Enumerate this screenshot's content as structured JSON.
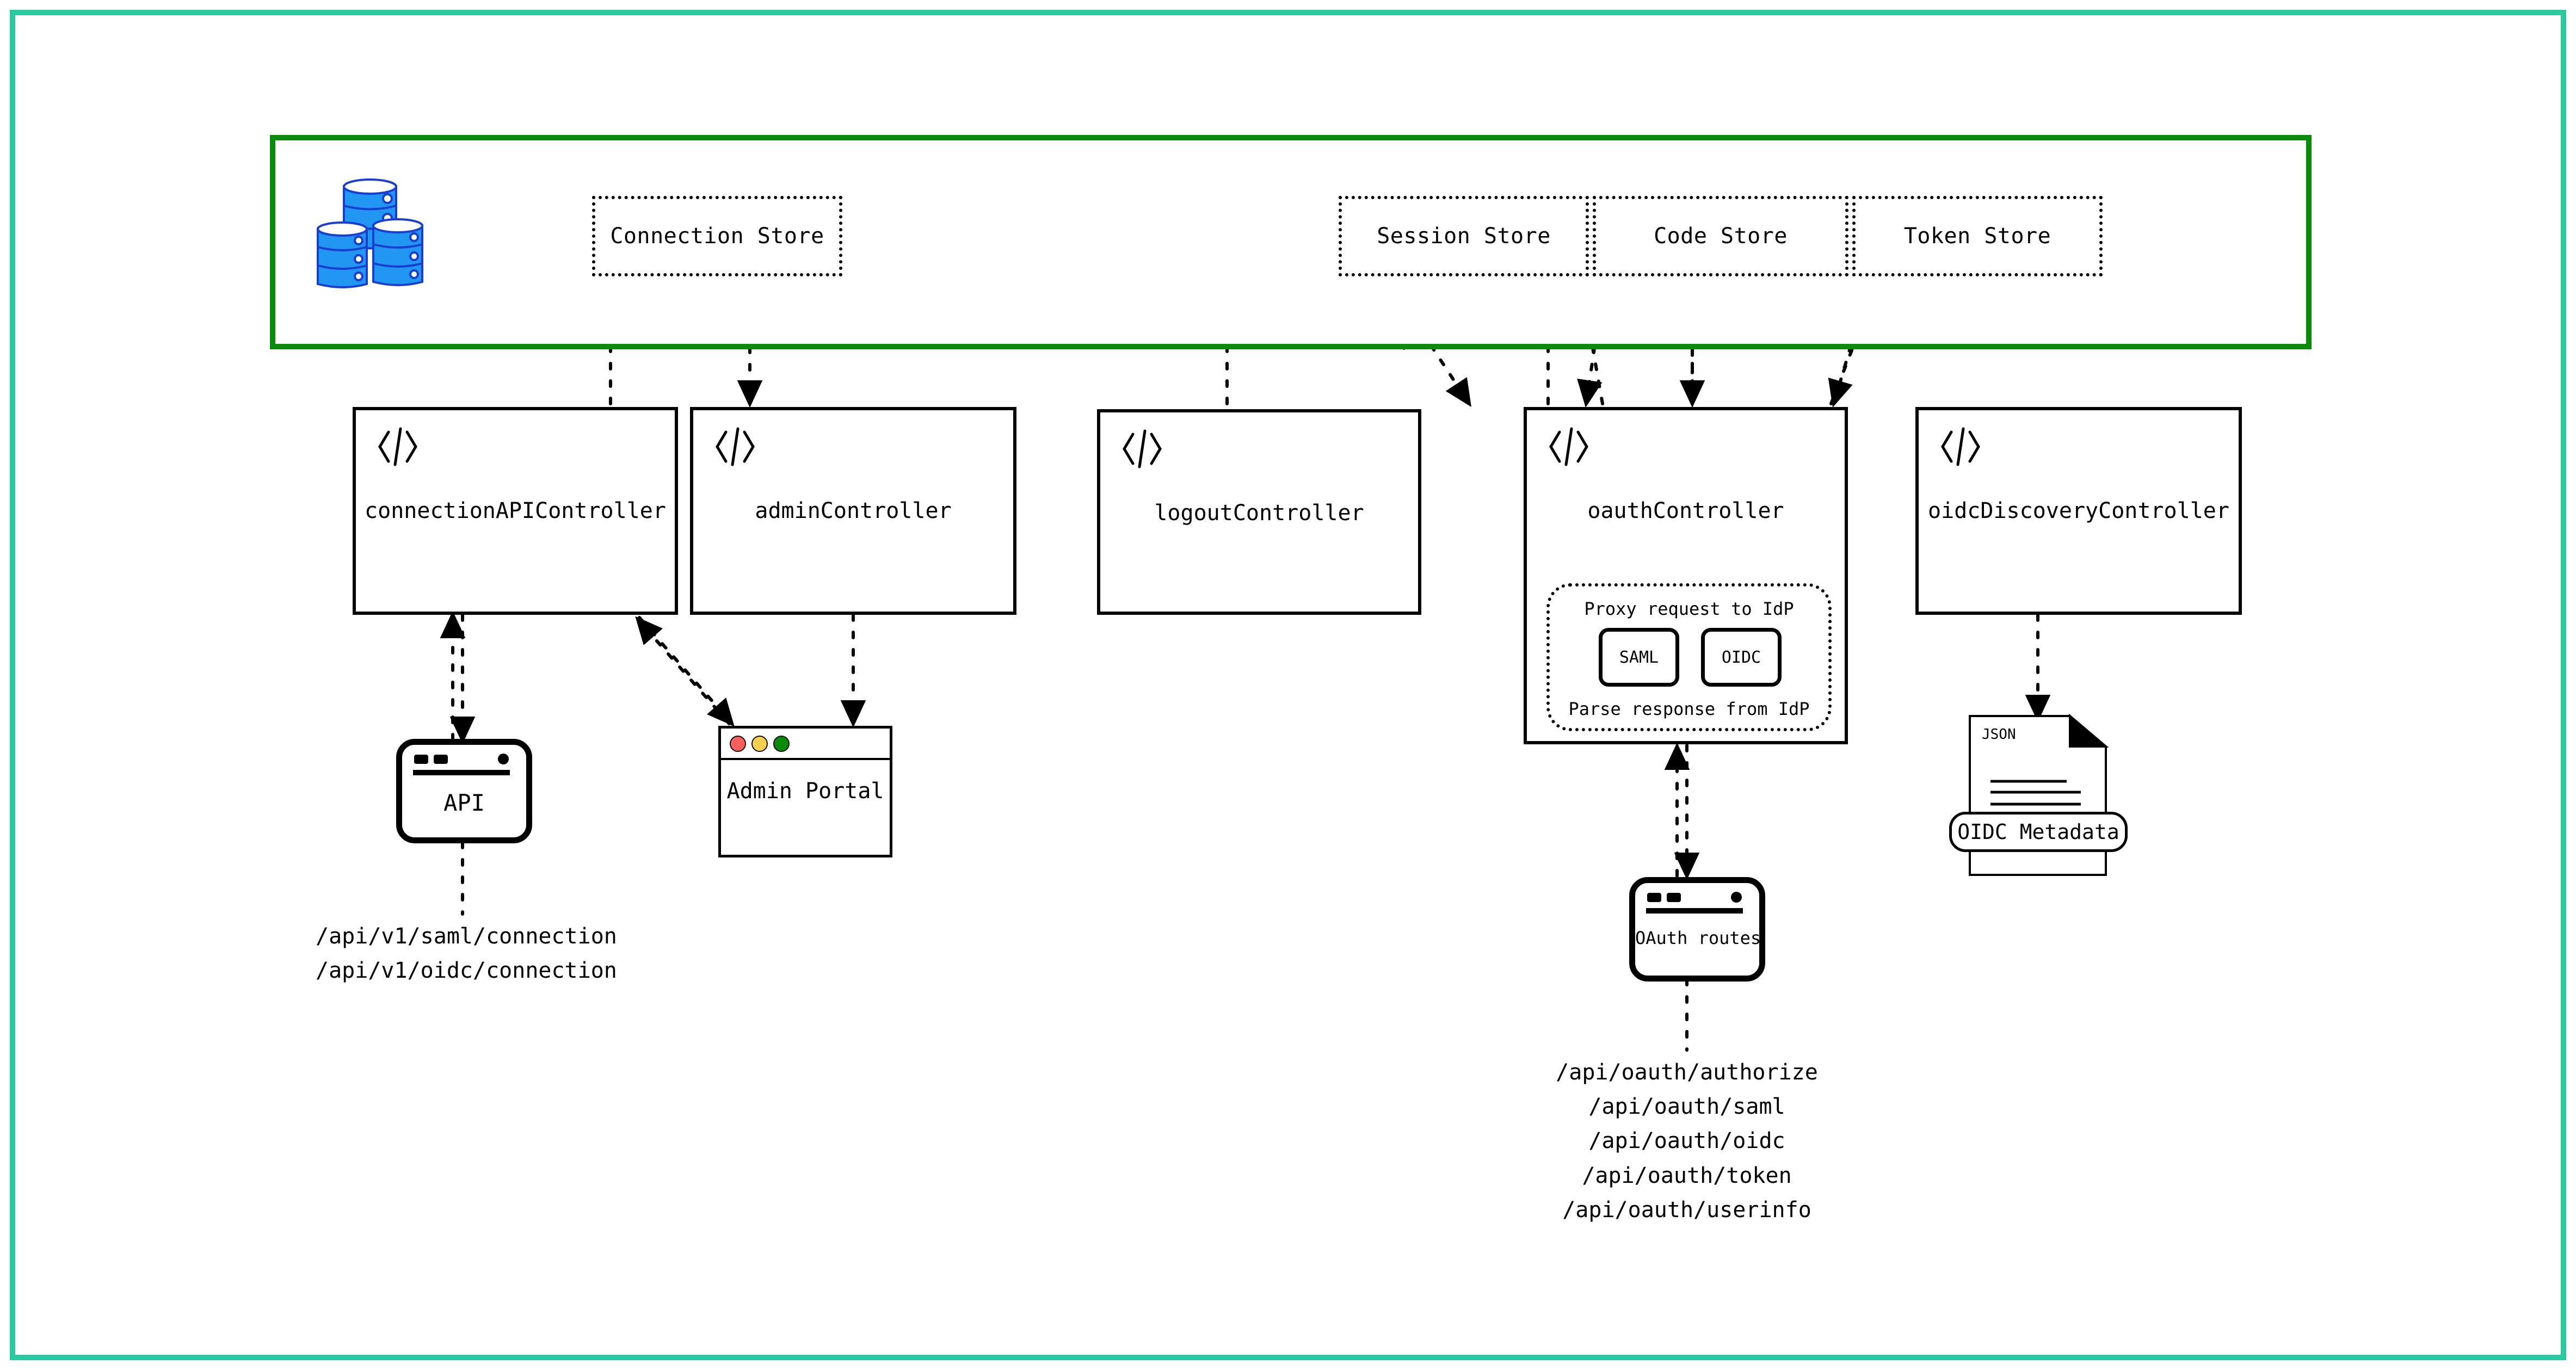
{
  "frame": {
    "outer_border_color": "#2bc9a0"
  },
  "store_panel": {
    "border_color": "#0a8a0a",
    "database_icon": "database-stack-icon",
    "stores": [
      {
        "label": "Connection Store"
      },
      {
        "label": "Session Store"
      },
      {
        "label": "Code Store"
      },
      {
        "label": "Token Store"
      }
    ]
  },
  "controllers": [
    {
      "name": "connectionAPIController",
      "icon": "code-icon"
    },
    {
      "name": "adminController",
      "icon": "code-icon"
    },
    {
      "name": "logoutController",
      "icon": "code-icon"
    },
    {
      "name": "oauthController",
      "icon": "code-icon",
      "proxy_group": {
        "top_label": "Proxy request to IdP",
        "bottom_label": "Parse response from IdP",
        "protocols": [
          {
            "label": "SAML"
          },
          {
            "label": "OIDC"
          }
        ]
      }
    },
    {
      "name": "oidcDiscoveryController",
      "icon": "code-icon"
    }
  ],
  "clients": {
    "api": {
      "label": "API",
      "icon": "browser-window-icon"
    },
    "admin_portal": {
      "label": "Admin Portal",
      "icon": "browser-window-icon",
      "traffic_lights": [
        {
          "name": "close-dot",
          "color": "#f9605c"
        },
        {
          "name": "minimize-dot",
          "color": "#f5d04e"
        },
        {
          "name": "maximize-dot",
          "color": "#0a8a0a"
        }
      ]
    },
    "oauth_routes": {
      "label": "OAuth routes",
      "icon": "browser-window-icon"
    },
    "oidc_metadata": {
      "label": "OIDC Metadata",
      "badge": "JSON",
      "icon": "json-document-icon"
    }
  },
  "route_lists": {
    "connection_api": [
      "/api/v1/saml/connection",
      "/api/v1/oidc/connection"
    ],
    "oauth": [
      "/api/oauth/authorize",
      "/api/oauth/saml",
      "/api/oauth/oidc",
      "/api/oauth/token",
      "/api/oauth/userinfo"
    ]
  }
}
